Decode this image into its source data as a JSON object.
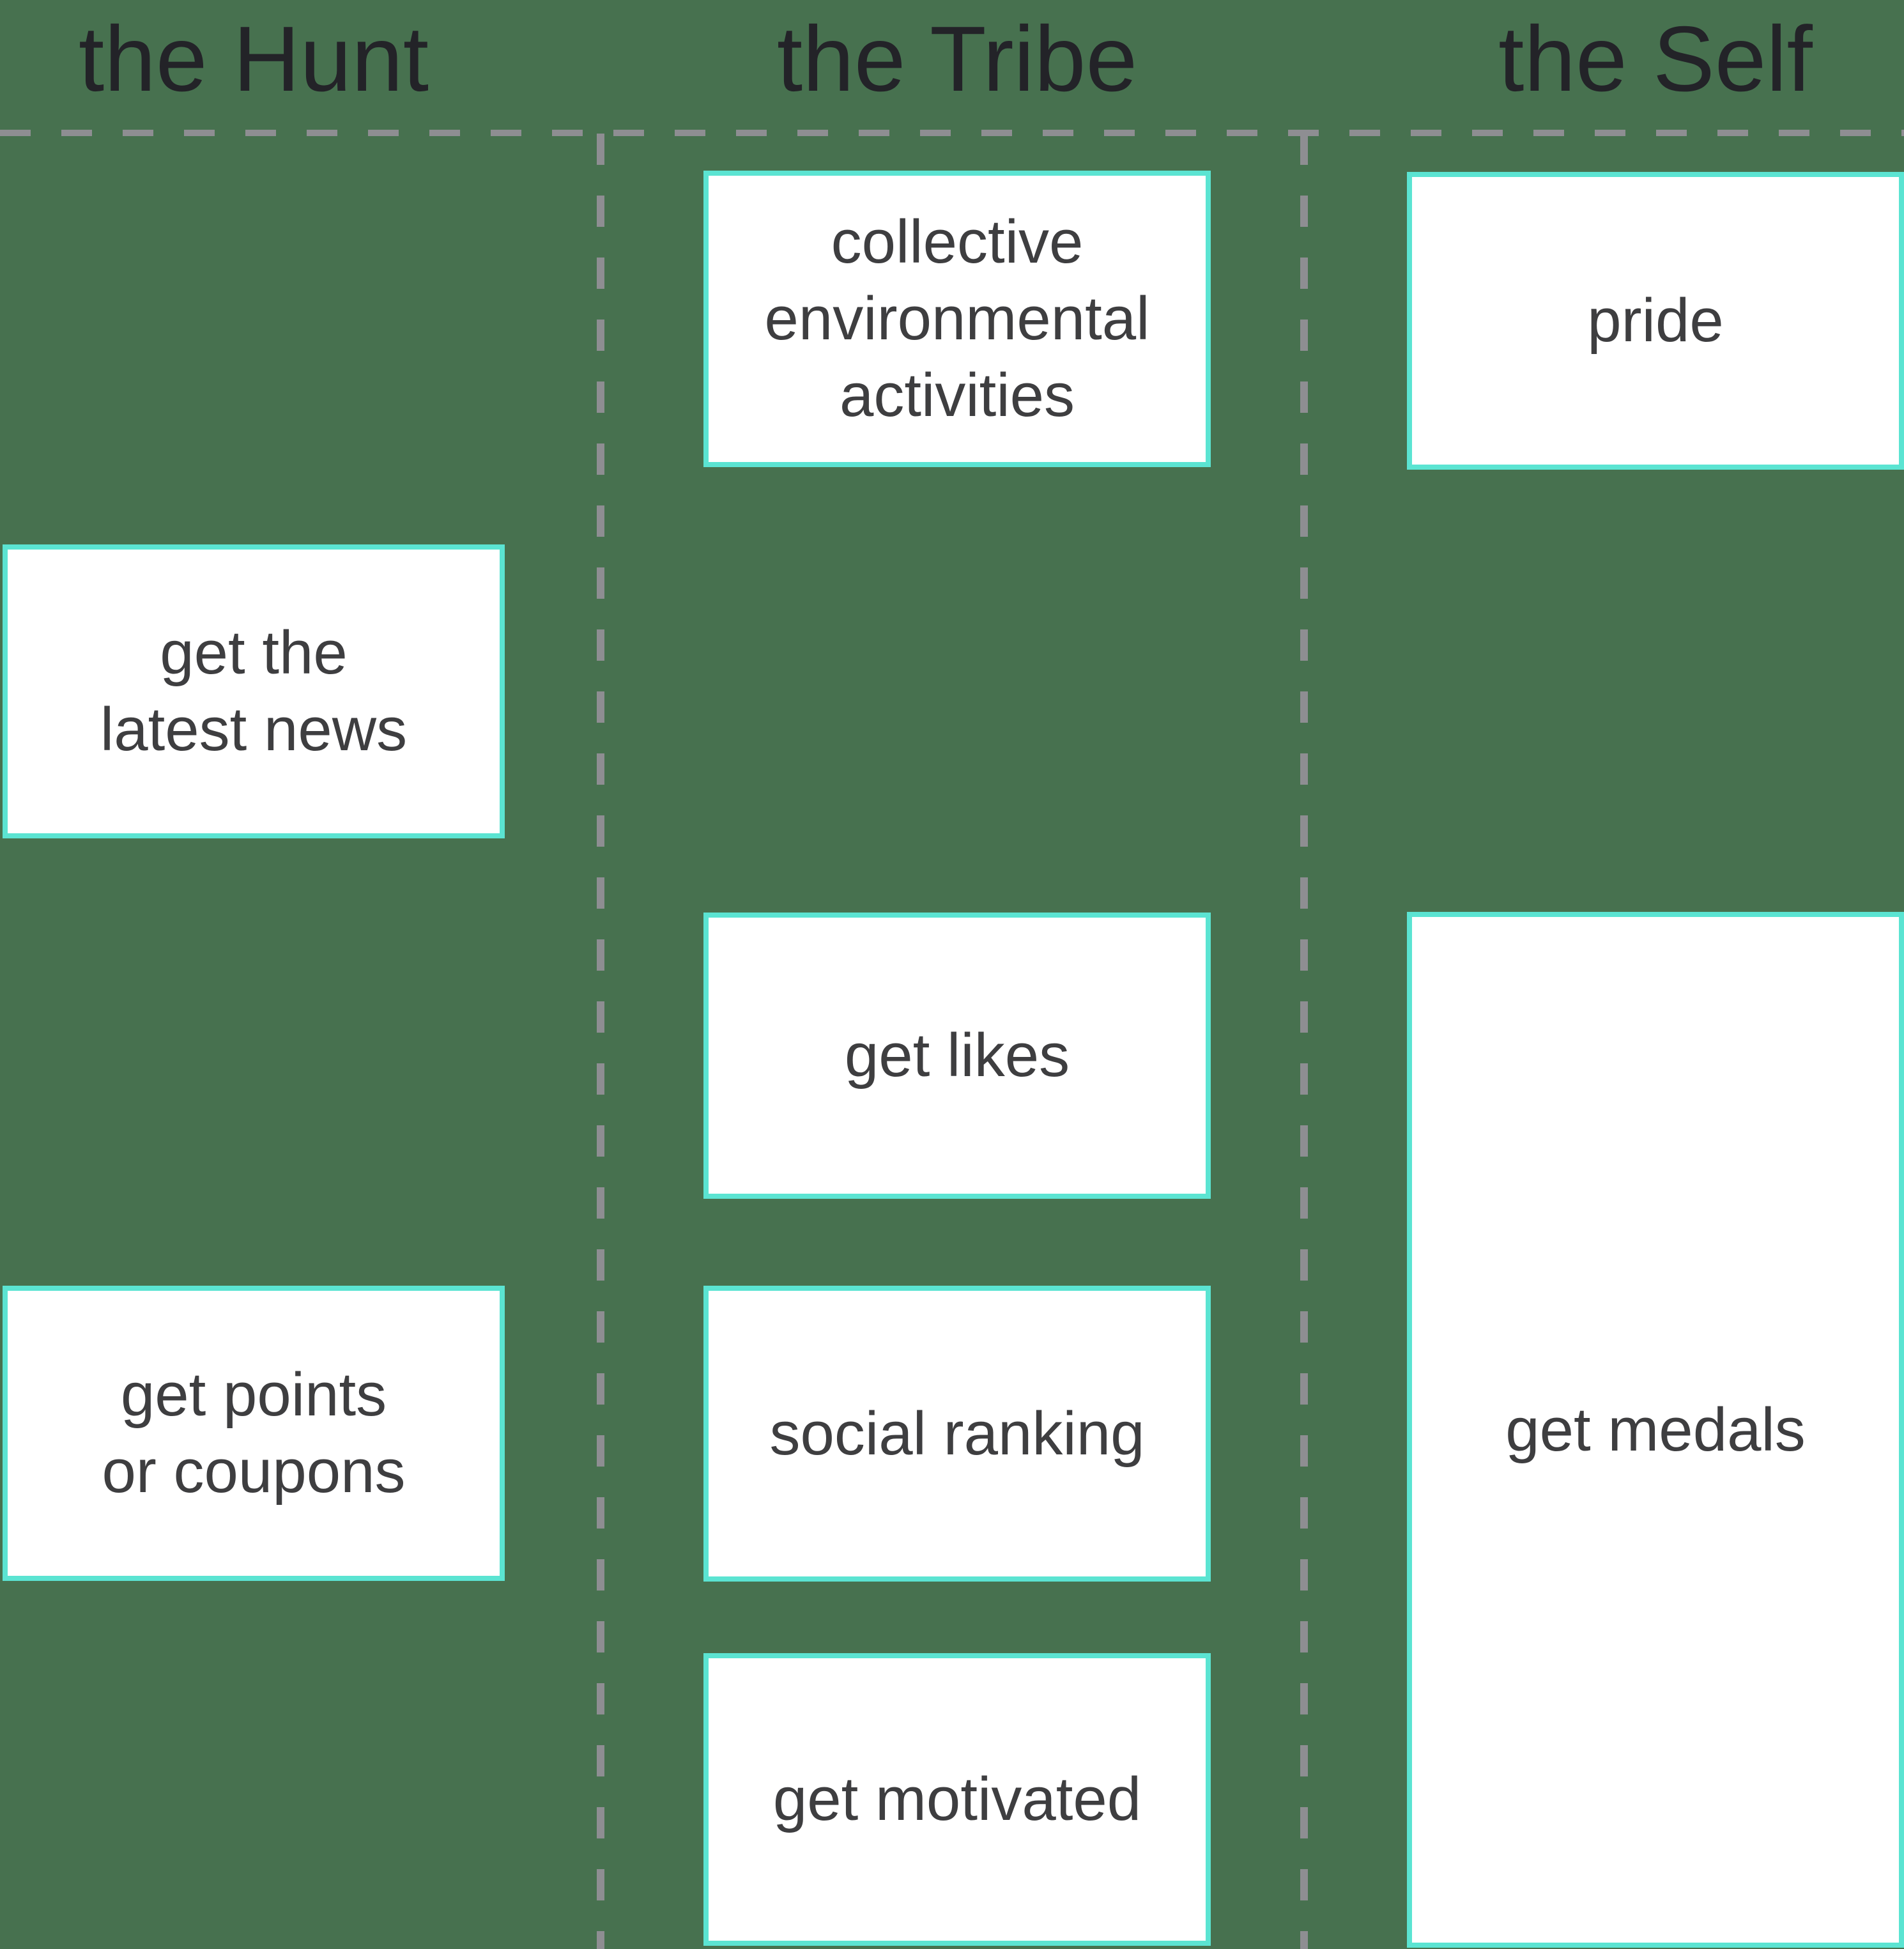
{
  "columns": [
    {
      "id": "hunt",
      "header": "the Hunt"
    },
    {
      "id": "tribe",
      "header": "the Tribe"
    },
    {
      "id": "self",
      "header": "the Self"
    }
  ],
  "boxes": {
    "latest_news": "get the\nlatest news",
    "points_coupons": "get points\nor coupons",
    "collective": "collective\nenvironmental\nactivities",
    "likes": "get likes",
    "ranking": "social ranking",
    "motivated": "get motivated",
    "pride": "pride",
    "medals": "get medals"
  },
  "colors": {
    "background": "#47714F",
    "box_border": "#5BE4D2",
    "box_fill": "#FFFFFF",
    "dashed_line": "#8E8E92",
    "header_text": "#232328",
    "box_text": "#3E3E40"
  }
}
